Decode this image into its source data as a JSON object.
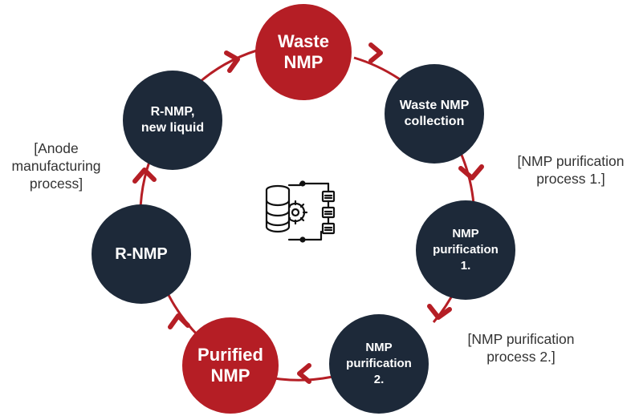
{
  "colors": {
    "dark_node": "#1d2939",
    "highlight_node": "#b51e25",
    "ring_arrow": "#b51e25",
    "text": "#333333"
  },
  "cycle": {
    "nodes": [
      {
        "id": "waste-nmp",
        "label": "Waste\nNMP",
        "style": "highlight"
      },
      {
        "id": "waste-nmp-collection",
        "label": "Waste NMP\ncollection",
        "style": "dark"
      },
      {
        "id": "nmp-purification-1",
        "label": "NMP\npurification\n1.",
        "style": "dark"
      },
      {
        "id": "nmp-purification-2",
        "label": "NMP\npurification\n2.",
        "style": "dark"
      },
      {
        "id": "purified-nmp",
        "label": "Purified\nNMP",
        "style": "highlight"
      },
      {
        "id": "r-nmp",
        "label": "R-NMP",
        "style": "dark"
      },
      {
        "id": "r-nmp-new-liquid",
        "label": "R-NMP,\nnew liquid",
        "style": "dark"
      }
    ],
    "side_labels": {
      "process_1": "[NMP purification\nprocess 1.]",
      "process_2": "[NMP purification\nprocess 2.]",
      "anode": "[Anode\nmanufacturing\nprocess]"
    },
    "center_icon": "database-gear-flowchart-icon"
  }
}
